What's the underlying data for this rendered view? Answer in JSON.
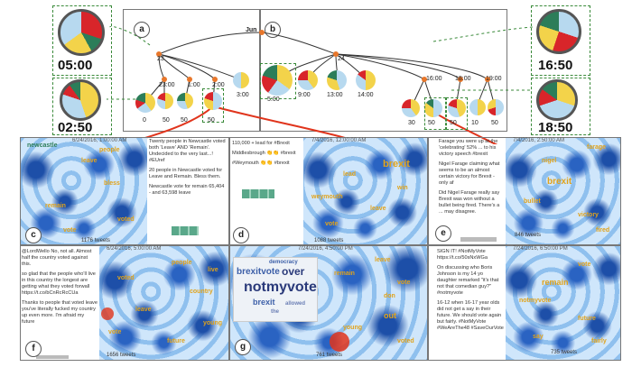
{
  "tree": {
    "left_root": "Jun",
    "node_23": "23",
    "node_24": "24",
    "left_times": [
      "23:00",
      "1:00",
      "2:00",
      "3:00"
    ],
    "right_times": [
      "5:00",
      "9:00",
      "13:00",
      "14:00",
      "16:00",
      "18:00",
      "19:00"
    ],
    "left_leaves": [
      "0",
      "50",
      "50",
      "50"
    ],
    "right_leaves": [
      "30",
      "50",
      "50",
      "10",
      "50"
    ]
  },
  "panels": {
    "a": "a",
    "b": "b",
    "c": "c",
    "d": "d",
    "e": "e",
    "f": "f",
    "g": "g"
  },
  "zoom": {
    "tl": "05:00",
    "bl": "02:50",
    "tr": "16:50",
    "br": "18:50"
  },
  "c": {
    "date": "6/24/2016, 1:00:00 AM",
    "tweets": "1176 tweets",
    "texts": [
      "Twenty people in Newcastle voted both 'Leave' AND 'Remain'. Undecided to the very last...! #EUref",
      "20 people in Newcastle voted for Leave and Remain. Bless them.",
      "Newcastle vote for remain 65,404 - and 63,598 leave"
    ],
    "words": [
      "newcastle",
      "leave",
      "bless",
      "remain",
      "voted",
      "vote",
      "people"
    ]
  },
  "d": {
    "date": "7/4/2016, 12:00:00 AM",
    "tweets": "1088 tweets",
    "texts": [
      "110,000 + lead for #Brexit",
      "Middlesbrough 👏👏 #brexit",
      "#Weymouth 👏👏 #brexit"
    ],
    "words": [
      "brexit",
      "lead",
      "weymouth",
      "leave",
      "vote",
      "win"
    ]
  },
  "e": {
    "date": "7/4/2016, 2:50:00 AM",
    "tweets": "846 tweets",
    "texts": [
      "Farage you were up at the 'celebrating' 52% ... to his victory speech #brexit",
      "Nigel Farage claiming what seems to be an almost certain victory for Brexit - only af",
      "Did Nigel Farage really say Brexit was won without a bullet being fired. There's a ... may disagree."
    ],
    "words": [
      "brexit",
      "farage",
      "bullet",
      "victory",
      "nigel",
      "fired"
    ]
  },
  "f": {
    "date": "6/24/2016, 5:00:00 AM",
    "tweets": "1656 tweets",
    "texts": [
      "@LordWello No, not all. Almost half the country voted against this.",
      "so glad that the people who'll live in this country the longest are getting what they voted forwall https://t.co/bCnRcRcCUa",
      "Thanks to people that voted leave you've literally fucked my country up even more. I'm afraid my future"
    ],
    "words": [
      "people",
      "voted",
      "country",
      "leave",
      "young",
      "vote",
      "future",
      "live"
    ]
  },
  "g": {
    "date": "7/24/2016, 4:50:00 PM",
    "tweets": "761 tweets",
    "cloud_words": [
      "democracy",
      "brexitvote",
      "over",
      "notmyvote",
      "brexit",
      "allowed",
      "the"
    ],
    "words": [
      "leave",
      "remain",
      "vote",
      "don",
      "out",
      "young",
      "voted"
    ]
  },
  "h": {
    "date": "7/24/2016, 6:50:00 PM",
    "tweets": "735 tweets",
    "texts": [
      "SIGN IT! #NotMyVote https://t.co/50sNxWGa",
      "On discussing who Boris Johnson is my 14 yo daughter remarked \"it's that not that comedian guy?\" #notmyvote",
      "16-12 when 16-17 year olds did not get a say in their future. We should vote again but fairly. #NotMyVote #WeAreThe48 #SaveOurVote"
    ],
    "words": [
      "remain",
      "vote",
      "notmyvote",
      "future",
      "say",
      "fairly"
    ]
  },
  "colors": {
    "tree_line": "#333333",
    "node": "#e8772b",
    "arrow_red": "#e0341c",
    "dash_green": "#3a8a3a",
    "keyword": "#e0a31c"
  }
}
